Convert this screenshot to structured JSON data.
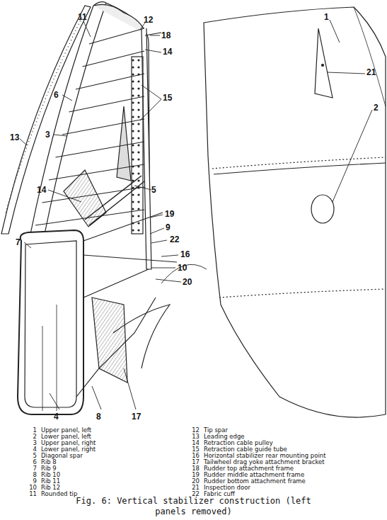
{
  "diagram": {
    "caption": "Fig. 6: Vertical stabilizer construction (left panels removed)",
    "labels": [
      "11",
      "12",
      "18",
      "6",
      "14",
      "15",
      "3",
      "13",
      "14",
      "5",
      "19",
      "9",
      "22",
      "7",
      "16",
      "10",
      "20",
      "4",
      "8",
      "17",
      "1",
      "21",
      "2",
      "1",
      "Upper panel, left",
      "2",
      "Lower panel, left",
      "3",
      "Upper panel, right",
      "4",
      "Lower panel, right",
      "5",
      "Diagonal spar",
      "6",
      "Rib 8",
      "7",
      "Rib 9",
      "8",
      "Rib 10",
      "9",
      "Rib 11",
      "10",
      "Rib 12",
      "11",
      "Rounded tip",
      "12",
      "Tip spar",
      "13",
      "Leading edge",
      "14",
      "Retraction cable pulley",
      "15",
      "Retraction cable guide tube",
      "16",
      "Horizontal stabilizer rear mounting point",
      "17",
      "Tailwheel drag yoke attachment bracket",
      "18",
      "Rudder top attachment frame",
      "19",
      "Rudder middle attachment frame",
      "20",
      "Rudder bottom attachment frame",
      "21",
      "Inspection door",
      "22",
      "Fabric cuff"
    ]
  }
}
